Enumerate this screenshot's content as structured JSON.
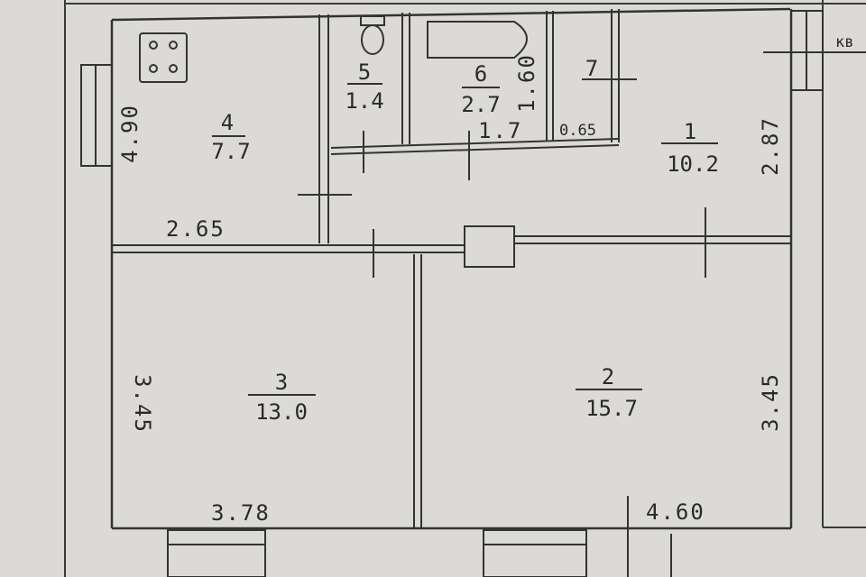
{
  "rooms": [
    {
      "number": "1",
      "area": "10.2"
    },
    {
      "number": "2",
      "area": "15.7"
    },
    {
      "number": "3",
      "area": "13.0"
    },
    {
      "number": "4",
      "area": "7.7"
    },
    {
      "number": "5",
      "area": "1.4"
    },
    {
      "number": "6",
      "area": "2.7"
    },
    {
      "number": "7",
      "area": ""
    }
  ],
  "dimensions": {
    "room4_width": "2.65",
    "room4_height": "4.90",
    "room3_height": "3.45",
    "room3_width": "3.78",
    "room2_height": "3.45",
    "room2_width": "4.60",
    "room1_height": "2.87",
    "bath_width": "1.7",
    "bath_height": "1.60",
    "closet_width": "0.65"
  },
  "edge_label": "кв",
  "colors": {
    "paper": "#dcdad7",
    "ink": "#2a2a2a",
    "line": "#3a3a3a"
  }
}
